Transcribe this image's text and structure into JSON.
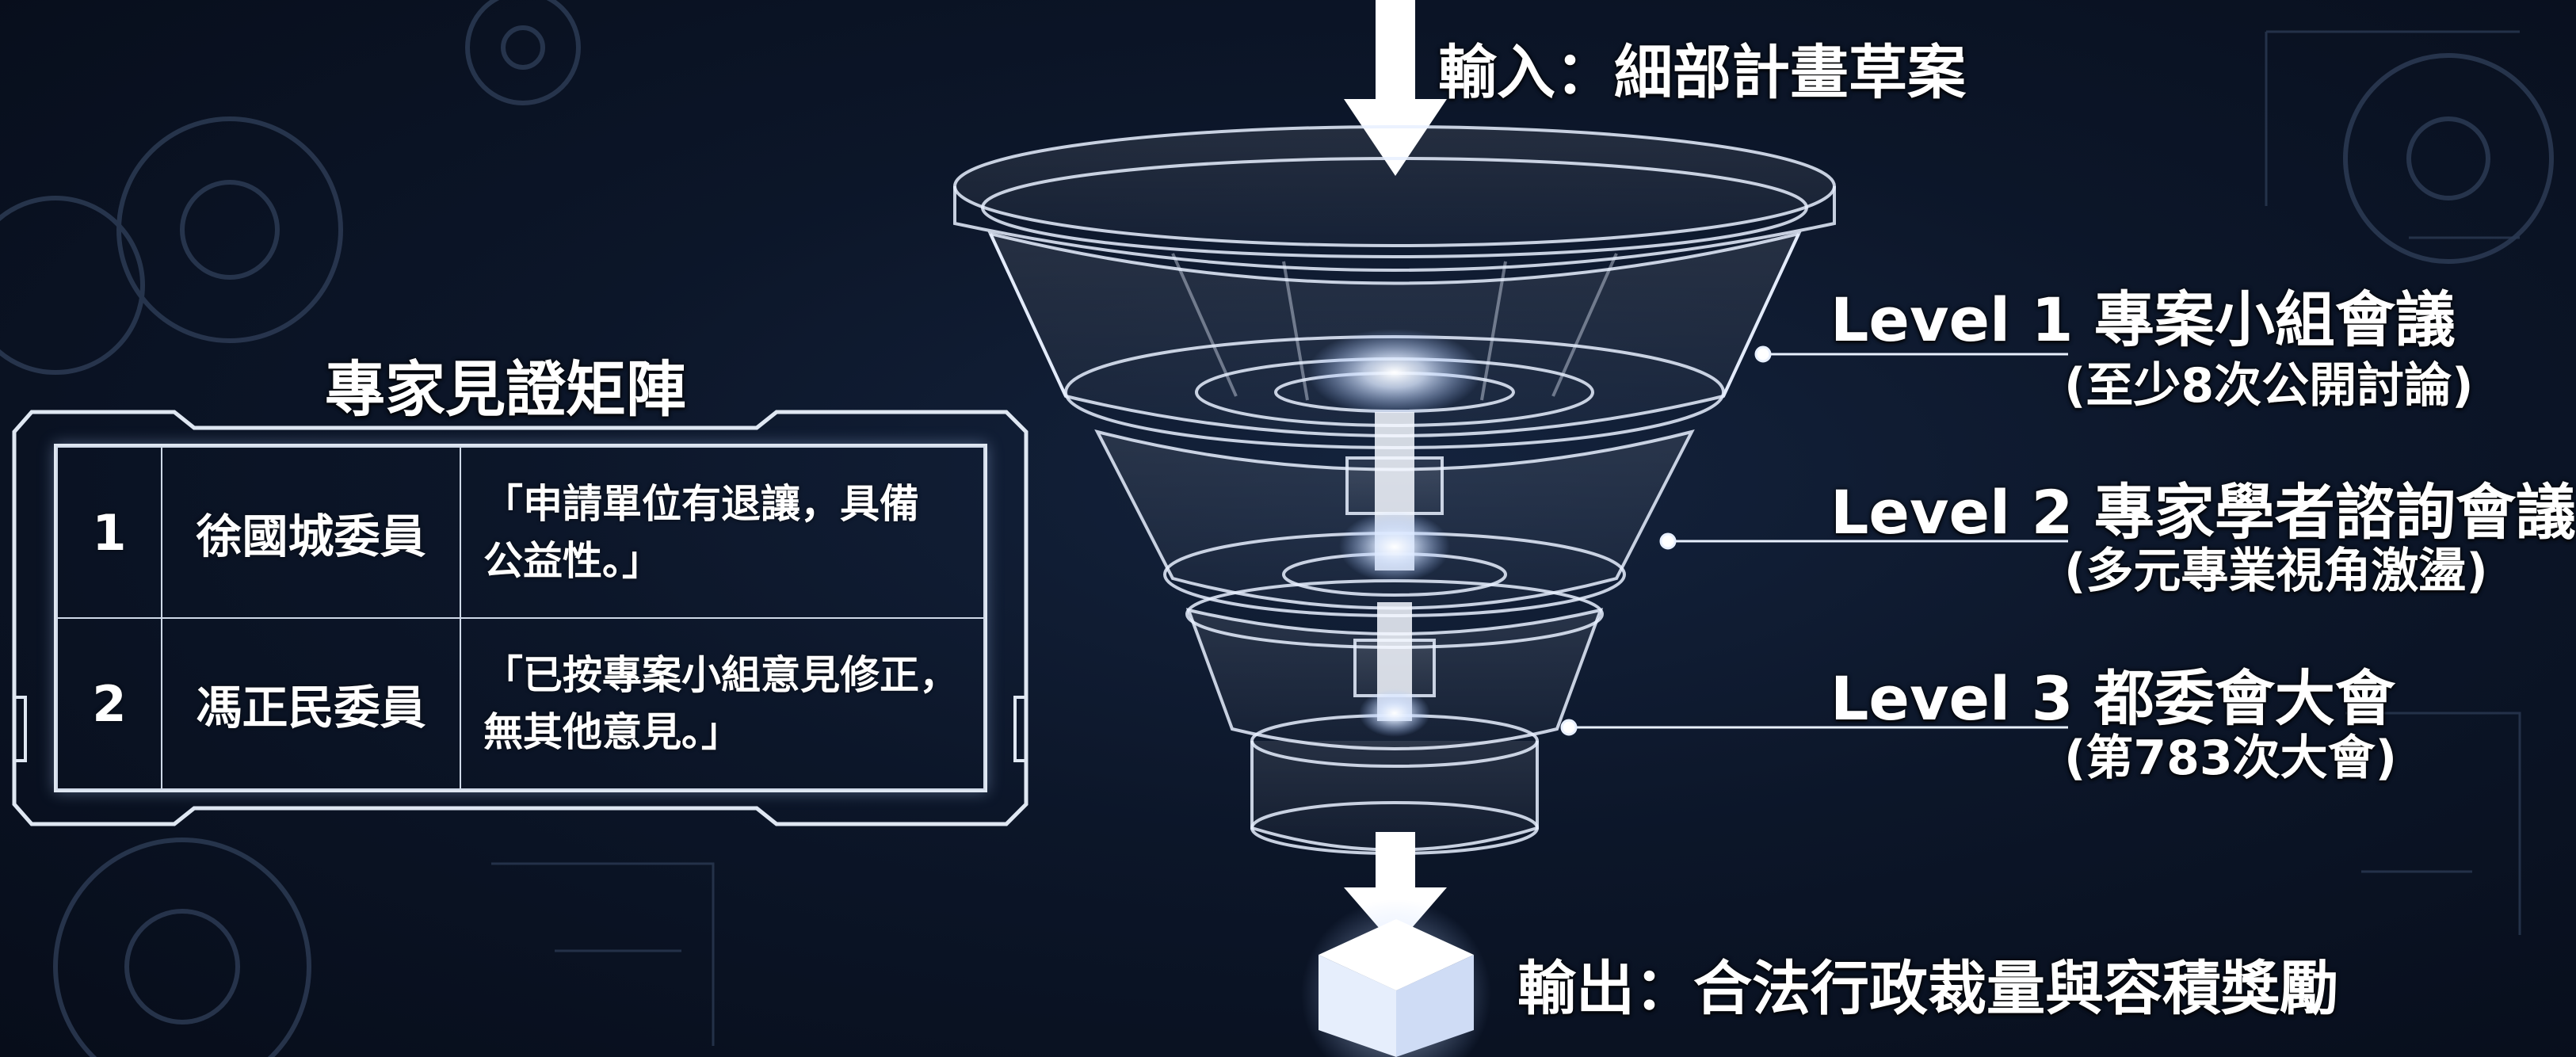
{
  "input_label": "輸入：細部計畫草案",
  "output_label": "輸出：合法行政裁量與容積獎勵",
  "levels": [
    {
      "title": "Level 1 專案小組會議",
      "subtitle": "(至少8次公開討論)"
    },
    {
      "title": "Level 2 專家學者諮詢會議",
      "subtitle": "(多元專業視角激盪)"
    },
    {
      "title": "Level 3 都委會大會",
      "subtitle": "(第783次大會)"
    }
  ],
  "matrix": {
    "title": "專家見證矩陣",
    "rows": [
      {
        "no": "1",
        "name": "徐國城委員",
        "quote_line1": "「申請單位有退讓，具備",
        "quote_line2": "公益性。」"
      },
      {
        "no": "2",
        "name": "馮正民委員",
        "quote_line1": "「已按專案小組意見修正，",
        "quote_line2": "無其他意見。」"
      }
    ]
  },
  "colors": {
    "background": "#0c1629",
    "line": "#e8f0ff",
    "glow": "#ffffff"
  }
}
